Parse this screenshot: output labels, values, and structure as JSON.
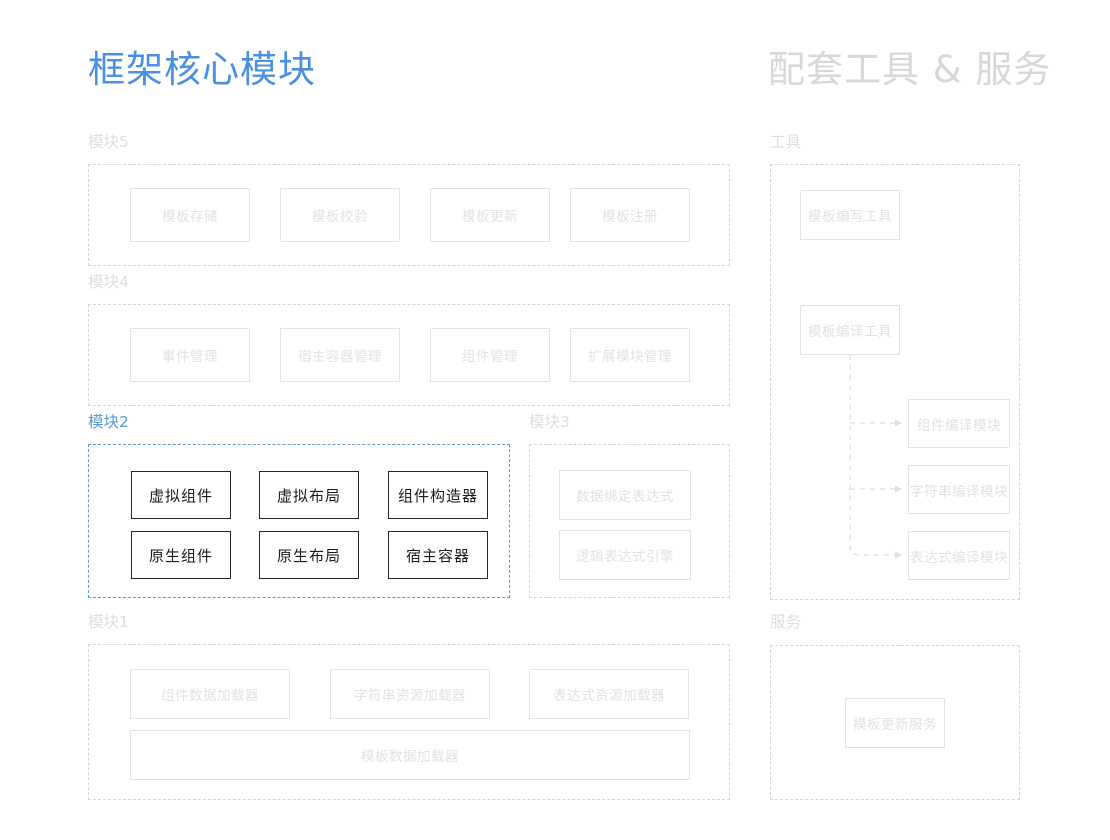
{
  "headings": {
    "left_title": "框架核心模块",
    "right_title": "配套工具 & 服务"
  },
  "colors": {
    "accent_blue": "#4a90e2",
    "panel_accent": "#5b9bd5",
    "label_gray": "#dcdee0",
    "box_border": "#e2e4e6",
    "box_text": "#e0e2e4",
    "solid_border": "#262626",
    "solid_text": "#1a1a1a",
    "title_gray": "#d5d7d9"
  },
  "left_column": {
    "groups": [
      {
        "label": "模块5",
        "highlighted": false,
        "items": [
          "模板存储",
          "模板校验",
          "模板更新",
          "模板注册"
        ]
      },
      {
        "label": "模块4",
        "highlighted": false,
        "items": [
          "事件管理",
          "宿主容器管理",
          "组件管理",
          "扩展模块管理"
        ]
      },
      {
        "label": "模块2",
        "highlighted": true,
        "items": [
          "虚拟组件",
          "虚拟布局",
          "组件构造器",
          "原生组件",
          "原生布局",
          "宿主容器"
        ]
      },
      {
        "label": "模块3",
        "highlighted": false,
        "items": [
          "数据绑定表达式",
          "逻辑表达式引擎"
        ]
      },
      {
        "label": "模块1",
        "highlighted": false,
        "items": [
          "组件数据加载器",
          "字符串资源加载器",
          "表达式资源加载器",
          "模板数据加载器"
        ]
      }
    ]
  },
  "right_column": {
    "groups": [
      {
        "label": "工具",
        "items": [
          "模板编写工具",
          "模板编译工具",
          "组件编译模块",
          "字符串编译模块",
          "表达式编译模块"
        ]
      },
      {
        "label": "服务",
        "items": [
          "模板更新服务"
        ]
      }
    ]
  },
  "connectors": {
    "source": "模板编译工具",
    "targets": [
      "组件编译模块",
      "字符串编译模块",
      "表达式编译模块"
    ],
    "style": "dashed-arrow"
  }
}
